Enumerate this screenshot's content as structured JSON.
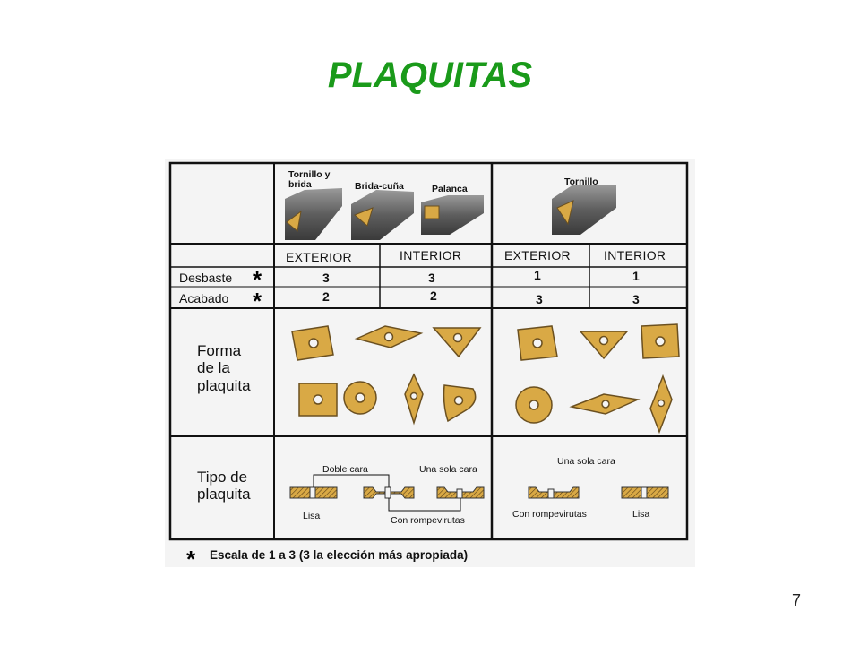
{
  "title": "PLAQUITAS",
  "page_number": "7",
  "table": {
    "tool_labels": {
      "tornillo_brida": [
        "Tornillo y",
        "brida"
      ],
      "brida_cuna": "Brida-cuña",
      "palanca": "Palanca",
      "tornillo": "Tornillo"
    },
    "col_headers": [
      "EXTERIOR",
      "INTERIOR",
      "EXTERIOR",
      "INTERIOR"
    ],
    "rows": [
      {
        "label": "Desbaste",
        "mark": "*",
        "values": [
          "3",
          "3",
          "1",
          "1"
        ]
      },
      {
        "label": "Acabado",
        "mark": "*",
        "values": [
          "2",
          "2",
          "3",
          "3"
        ]
      }
    ],
    "forma_label": [
      "Forma",
      "de la",
      "plaquita"
    ],
    "tipo_label": [
      "Tipo de",
      "plaquita"
    ],
    "tipo_left": {
      "doble_cara": "Doble cara",
      "una_sola_cara": "Una sola cara",
      "lisa": "Lisa",
      "con_rompevirutas": "Con rompevirutas"
    },
    "tipo_right": {
      "una_sola_cara": "Una sola cara",
      "con_rompevirutas": "Con rompevirutas",
      "lisa": "Lisa"
    }
  },
  "footnote": {
    "mark": "*",
    "text": "Escala de 1 a 3 (3 la elección más apropiada)"
  },
  "colors": {
    "title": "#1a9a1a",
    "insert": "#d9a945",
    "insert_stroke": "#6b5020",
    "steel": "#6a6a6a"
  }
}
